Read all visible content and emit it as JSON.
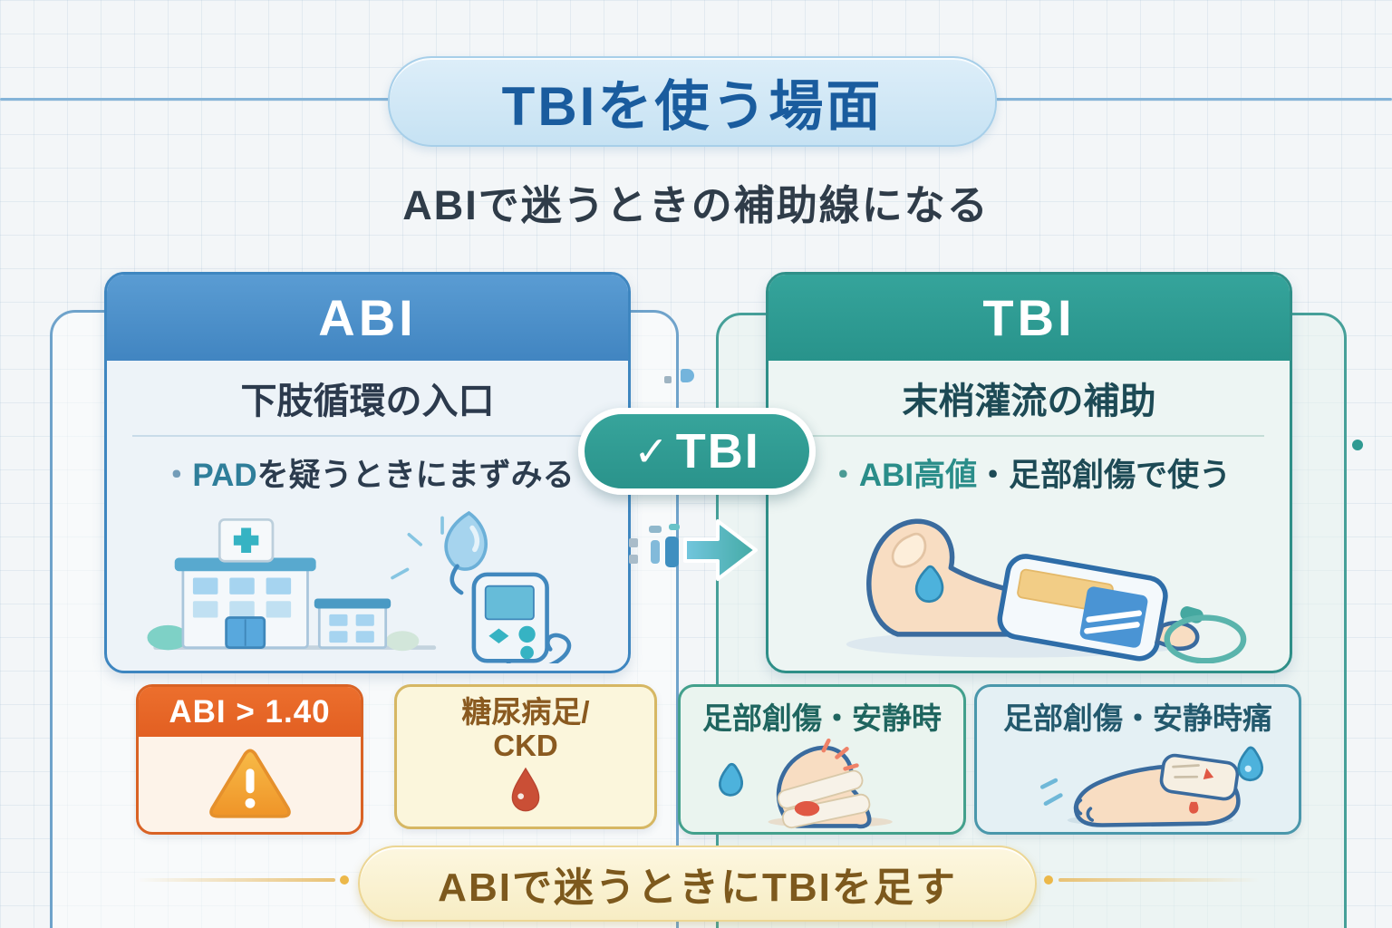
{
  "title": "TBIを使う場面",
  "subtitle": "ABIで迷うときの補助線になる",
  "abi_card": {
    "header": "ABI",
    "heading": "下肢循環の入口",
    "bullet": {
      "marker": "・",
      "highlight": "PAD",
      "rest": "を疑うときにまずみる"
    },
    "illustration": "hospital-and-doppler-device"
  },
  "tbi_card": {
    "header": "TBI",
    "heading": "末梢灌流の補助",
    "bullet": {
      "marker": "・",
      "highlight": "ABI高値",
      "rest": "・足部創傷で使う"
    },
    "illustration": "toe-cuff-on-foot"
  },
  "badge": {
    "check": "✓",
    "label": "TBI"
  },
  "bottom_cards": {
    "abi_high": {
      "title": "ABI > 1.40",
      "icon": "warning-triangle-icon"
    },
    "dm_ckd": {
      "line1": "糖尿病足/",
      "line2": "CKD",
      "icon": "blood-drop-icon"
    },
    "foot_wound_rest": {
      "title": "足部創傷・安静時",
      "icon": "bandaged-foot-icon"
    },
    "foot_wound_rest_pain": {
      "title": "足部創傷・安静時痛",
      "icon": "foot-with-drop-icon"
    }
  },
  "footer": {
    "banner": "ABIで迷うときにTBIを足す"
  },
  "colors": {
    "title_text": "#1a5c9e",
    "abi_header_bg": "#4185c1",
    "tbi_header_bg": "#2a938b",
    "badge_bg": "#2f9a92",
    "alert_orange": "#e8672a",
    "cream_card_border": "#d6b763",
    "banner_text": "#7d591d"
  }
}
